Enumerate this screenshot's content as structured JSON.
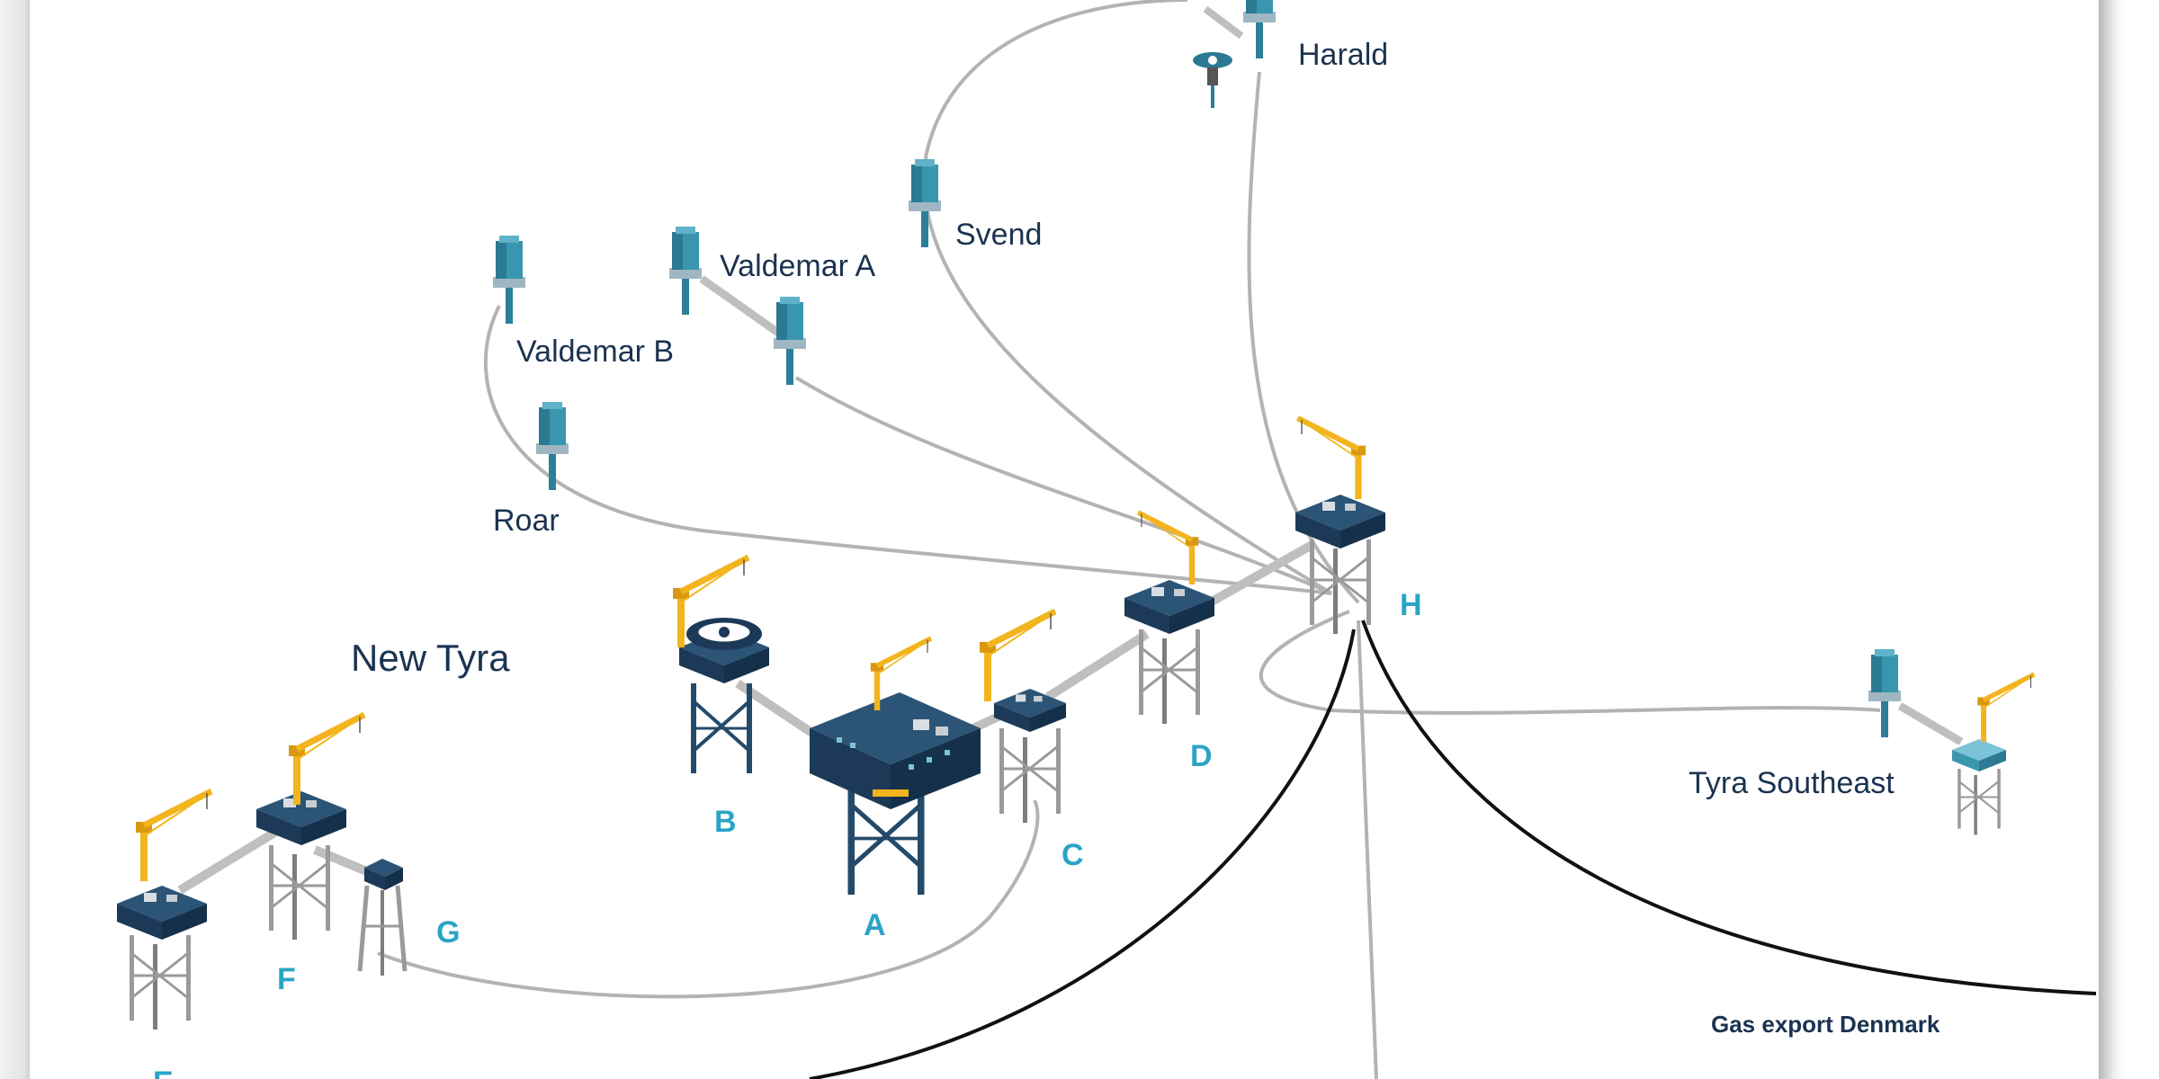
{
  "colors": {
    "pipeline_gray": "#b3b3b3",
    "pipeline_black": "#111111",
    "deck_navy": "#1c3a57",
    "wellhead_teal": "#3a8fa8",
    "crane_yellow": "#f2b51e",
    "label_navy": "#1b3350",
    "label_cyan": "#2aa4c6"
  },
  "title": "New Tyra",
  "satellites": {
    "harald": "Harald",
    "svend": "Svend",
    "valdemar_a": "Valdemar A",
    "valdemar_b": "Valdemar B",
    "roar": "Roar",
    "tyra_southeast": "Tyra Southeast"
  },
  "platforms": {
    "a": "A",
    "b": "B",
    "c": "C",
    "d": "D",
    "e": "E",
    "f": "F",
    "g": "G",
    "h": "H"
  },
  "export": {
    "gas_export_denmark": "Gas export Denmark"
  }
}
